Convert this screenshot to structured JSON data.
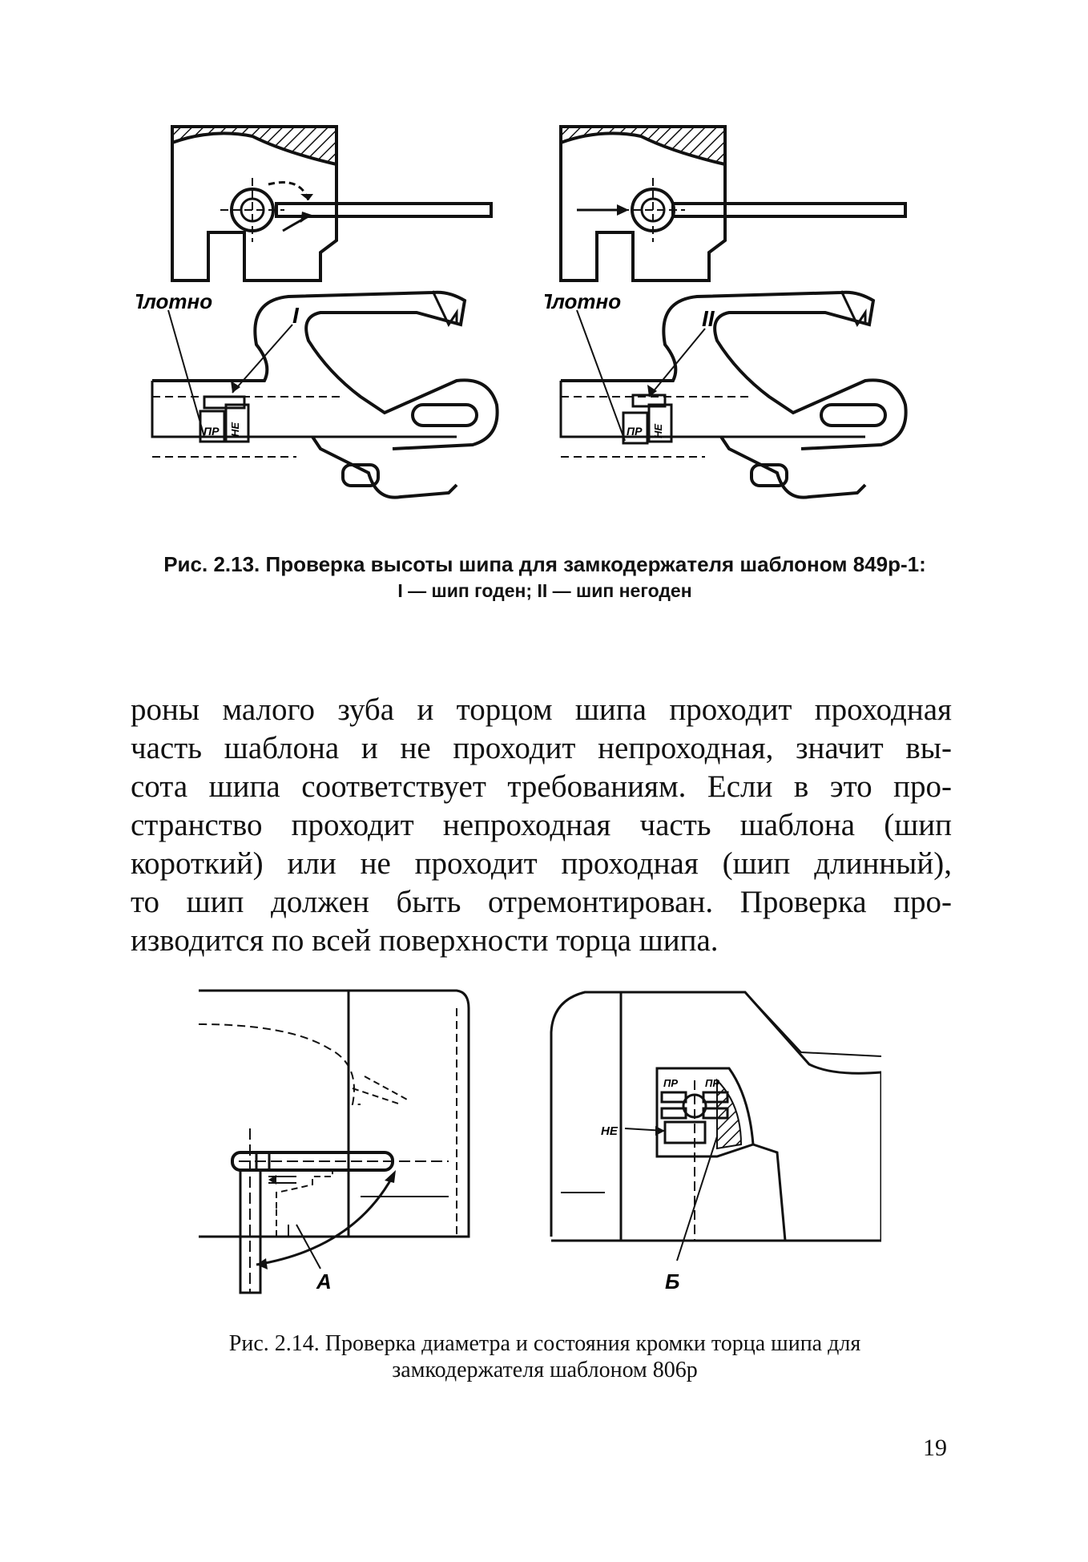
{
  "figure_2_13": {
    "left_label_tight": "Плотно",
    "right_label_tight": "Плотно",
    "marker_i": "I",
    "marker_ii": "II",
    "gauge_pr": "ПР",
    "gauge_ne": "НЕ",
    "caption_main": "Рис. 2.13. Проверка высоты шипа для замкодержателя шаблоном 849р-1:",
    "caption_legend": "I — шип годен; II — шип негоден"
  },
  "body_text": {
    "lines": [
      "роны малого зуба и торцом шипа проходит проходная",
      "часть шаблона и не проходит непроходная, значит вы-",
      "сота шипа соответствует требованиям. Если в это про-",
      "странство проходит непроходная часть шаблона (шип",
      "короткий) или не проходит проходная (шип длинный),",
      "то шип должен быть отремонтирован. Проверка про-",
      "изводится по всей поверхности торца шипа."
    ]
  },
  "figure_2_14": {
    "label_a": "А",
    "label_b": "Б",
    "label_ne": "НЕ",
    "gauge_pr": "ПР",
    "caption_line1": "Рис. 2.14. Проверка диаметра и состояния кромки торца шипа для",
    "caption_line2": "замкодержателя шаблоном 806р"
  },
  "page_number": "19"
}
